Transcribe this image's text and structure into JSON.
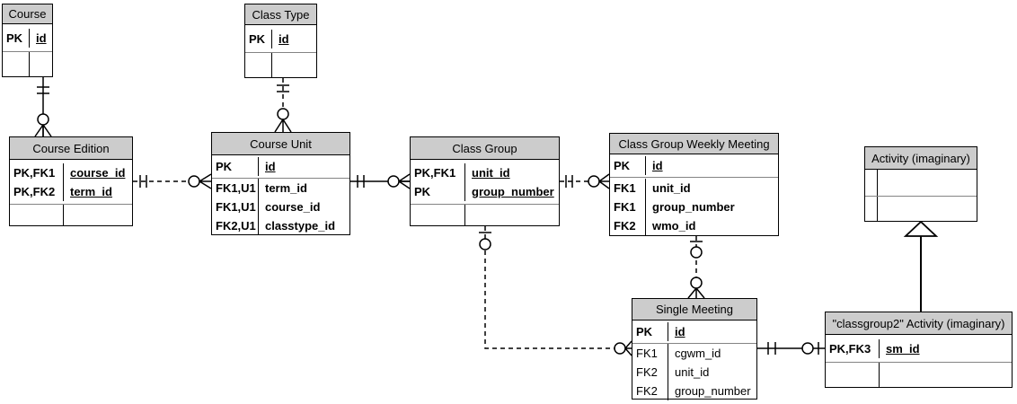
{
  "diagram": {
    "type": "entity-relationship-diagram",
    "notation": "crow's foot (information engineering)",
    "colors": {
      "entity_header_bg": "#cccccc",
      "entity_border": "#000000",
      "section_divider": "#848484",
      "background": "#ffffff",
      "line": "#000000"
    }
  },
  "entities": {
    "course": {
      "title": "Course",
      "rows": [
        {
          "key": "PK",
          "field": "id"
        }
      ]
    },
    "class_type": {
      "title": "Class Type",
      "rows": [
        {
          "key": "PK",
          "field": "id"
        }
      ]
    },
    "course_edition": {
      "title": "Course Edition",
      "rows": [
        {
          "key": "PK,FK1",
          "field": "course_id"
        },
        {
          "key": "PK,FK2",
          "field": "term_id"
        }
      ]
    },
    "course_unit": {
      "title": "Course Unit",
      "pk_rows": [
        {
          "key": "PK",
          "field": "id"
        }
      ],
      "attr_rows": [
        {
          "key": "FK1,U1",
          "field": "term_id"
        },
        {
          "key": "FK1,U1",
          "field": "course_id"
        },
        {
          "key": "FK2,U1",
          "field": "classtype_id"
        }
      ]
    },
    "class_group": {
      "title": "Class Group",
      "rows": [
        {
          "key": "PK,FK1",
          "field": "unit_id"
        },
        {
          "key": "PK",
          "field": "group_number"
        }
      ]
    },
    "class_group_weekly_meeting": {
      "title": "Class Group Weekly Meeting",
      "pk_rows": [
        {
          "key": "PK",
          "field": "id"
        }
      ],
      "attr_rows": [
        {
          "key": "FK1",
          "field": "unit_id"
        },
        {
          "key": "FK1",
          "field": "group_number"
        },
        {
          "key": "FK2",
          "field": "wmo_id"
        }
      ]
    },
    "activity": {
      "title": "Activity (imaginary)"
    },
    "single_meeting": {
      "title": "Single Meeting",
      "pk_rows": [
        {
          "key": "PK",
          "field": "id"
        }
      ],
      "attr_rows": [
        {
          "key": "FK1",
          "field": "cgwm_id"
        },
        {
          "key": "FK2",
          "field": "unit_id"
        },
        {
          "key": "FK2",
          "field": "group_number"
        }
      ]
    },
    "classgroup2_activity": {
      "title": "\"classgroup2\" Activity (imaginary)",
      "rows": [
        {
          "key": "PK,FK3",
          "field": "sm_id"
        }
      ]
    }
  },
  "relationships": [
    {
      "from": "Course",
      "to": "Course Edition",
      "from_cardinality": "exactly one",
      "to_cardinality": "zero or many",
      "line_style": "solid (identifying)"
    },
    {
      "from": "Class Type",
      "to": "Course Unit",
      "from_cardinality": "exactly one",
      "to_cardinality": "zero or many",
      "line_style": "dashed (non-identifying)"
    },
    {
      "from": "Course Edition",
      "to": "Course Unit",
      "from_cardinality": "exactly one",
      "to_cardinality": "zero or many",
      "line_style": "dashed (non-identifying)"
    },
    {
      "from": "Course Unit",
      "to": "Class Group",
      "from_cardinality": "exactly one",
      "to_cardinality": "zero or many",
      "line_style": "solid (identifying)"
    },
    {
      "from": "Class Group",
      "to": "Class Group Weekly Meeting",
      "from_cardinality": "exactly one",
      "to_cardinality": "zero or many",
      "line_style": "dashed (non-identifying)"
    },
    {
      "from": "Class Group Weekly Meeting",
      "to": "Single Meeting",
      "from_cardinality": "zero or one",
      "to_cardinality": "zero or many",
      "line_style": "dashed (non-identifying)"
    },
    {
      "from": "Class Group",
      "to": "Single Meeting",
      "from_cardinality": "zero or one",
      "to_cardinality": "zero or many",
      "line_style": "dashed (non-identifying)"
    },
    {
      "from": "Single Meeting",
      "to": "\"classgroup2\" Activity (imaginary)",
      "from_cardinality": "exactly one",
      "to_cardinality": "zero or one",
      "line_style": "solid (identifying)"
    },
    {
      "from": "\"classgroup2\" Activity (imaginary)",
      "to": "Activity (imaginary)",
      "type": "inheritance / generalization (hollow triangle)"
    }
  ]
}
